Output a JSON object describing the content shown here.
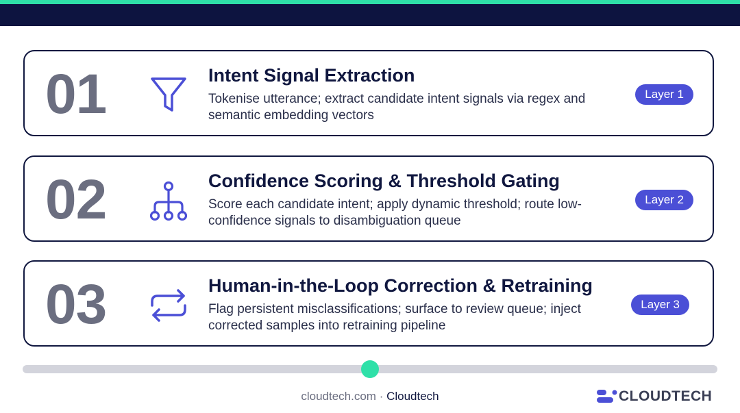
{
  "colors": {
    "navy": "#0d1440",
    "accent_green": "#2fe0a8",
    "indigo": "#4b4fd6",
    "number_gray": "#6b6e80"
  },
  "steps": [
    {
      "number": "01",
      "icon": "funnel-icon",
      "title": "Intent Signal Extraction",
      "description": "Tokenise utterance; extract candidate intent signals via regex and semantic embedding vectors",
      "badge": "Layer 1"
    },
    {
      "number": "02",
      "icon": "hierarchy-icon",
      "title": "Confidence Scoring & Threshold Gating",
      "description": "Score each candidate intent; apply dynamic threshold; route low-confidence signals to disambiguation queue",
      "badge": "Layer 2"
    },
    {
      "number": "03",
      "icon": "repeat-icon",
      "title": "Human-in-the-Loop Correction & Retraining",
      "description": "Flag persistent misclassifications; surface to review queue; inject corrected samples into retraining pipeline",
      "badge": "Layer 3"
    }
  ],
  "progress": {
    "fraction": 0.5
  },
  "footer": {
    "site": "cloudtech.com",
    "separator": " · ",
    "brand": "Cloudtech",
    "logo_text": "CLOUDTECH"
  }
}
